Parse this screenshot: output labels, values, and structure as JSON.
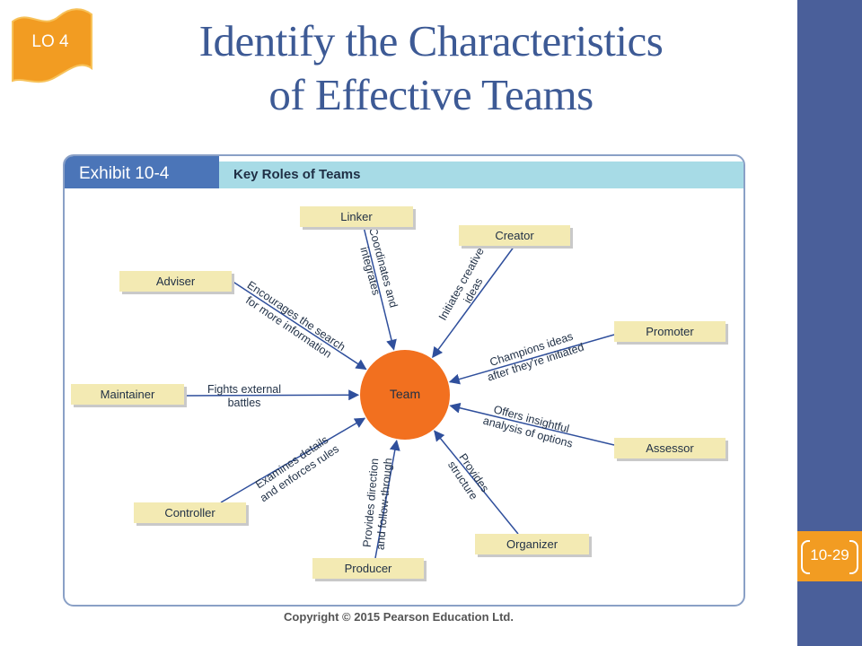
{
  "badge": {
    "text": "LO 4"
  },
  "title": {
    "line1": "Identify the Characteristics",
    "line2": "of Effective Teams"
  },
  "exhibit": {
    "label": "Exhibit 10-4",
    "title": "Key Roles of Teams"
  },
  "diagram": {
    "center": "Team",
    "roles": [
      {
        "name": "Linker",
        "relation": [
          "Coordinates and",
          "integrates"
        ]
      },
      {
        "name": "Creator",
        "relation": [
          "Initiates creative",
          "ideas"
        ]
      },
      {
        "name": "Promoter",
        "relation": [
          "Champions ideas",
          "after they're initiated"
        ]
      },
      {
        "name": "Assessor",
        "relation": [
          "Offers insightful",
          "analysis of options"
        ]
      },
      {
        "name": "Organizer",
        "relation": [
          "Provides",
          "structure"
        ]
      },
      {
        "name": "Producer",
        "relation": [
          "Provides direction",
          "and follow-through"
        ]
      },
      {
        "name": "Controller",
        "relation": [
          "Examines details",
          "and enforces rules"
        ]
      },
      {
        "name": "Maintainer",
        "relation": [
          "Fights external",
          "battles"
        ]
      },
      {
        "name": "Adviser",
        "relation": [
          "Encourages the search",
          "for more information"
        ]
      }
    ]
  },
  "page_number": "10-29",
  "copyright": "Copyright © 2015 Pearson Education Ltd.",
  "colors": {
    "sidebar": "#4a5f9a",
    "accent": "#f29c22",
    "center_node": "#f2701f",
    "role_box": "#f3eab3",
    "arrow": "#2f4f9c"
  }
}
